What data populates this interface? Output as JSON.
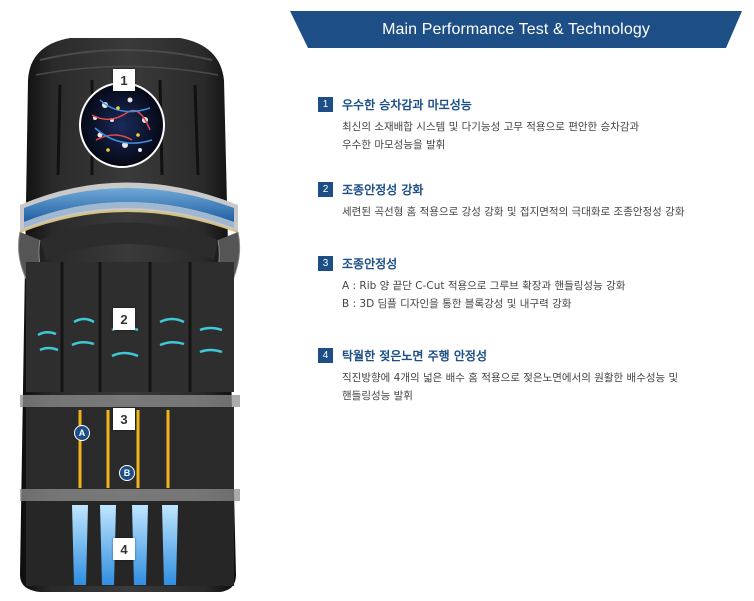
{
  "header": {
    "title": "Main Performance Test & Technology",
    "color": "#1d4f86"
  },
  "tire": {
    "section_labels": [
      "1",
      "2",
      "3",
      "4"
    ],
    "markers": [
      "A",
      "B"
    ]
  },
  "features": [
    {
      "number": "1",
      "title": "우수한 승차감과 마모성능",
      "desc": [
        "최신의 소재배합 시스템 및 다기능성 고무 적용으로 편안한 승차감과",
        "우수한 마모성능을 발휘"
      ]
    },
    {
      "number": "2",
      "title": "조종안정성 강화",
      "desc": [
        "세련된 곡선형 홈 적용으로 강성 강화 및 접지면적의 극대화로 조종안정성 강화"
      ]
    },
    {
      "number": "3",
      "title": "조종안정성",
      "desc": [
        "A : Rib 양 끝단 C-Cut 적용으로 그루브 확장과 핸들링성능 강화",
        "B : 3D 딤플 디자인을 통한 블록강성 및 내구력 강화"
      ]
    },
    {
      "number": "4",
      "title": "탁월한 젖은노면 주행 안정성",
      "desc": [
        "직진방향에 4개의 넓은 배수 홈 적용으로 젖은노면에서의 원활한 배수성능 및",
        "핸들링성능 발휘"
      ]
    }
  ]
}
